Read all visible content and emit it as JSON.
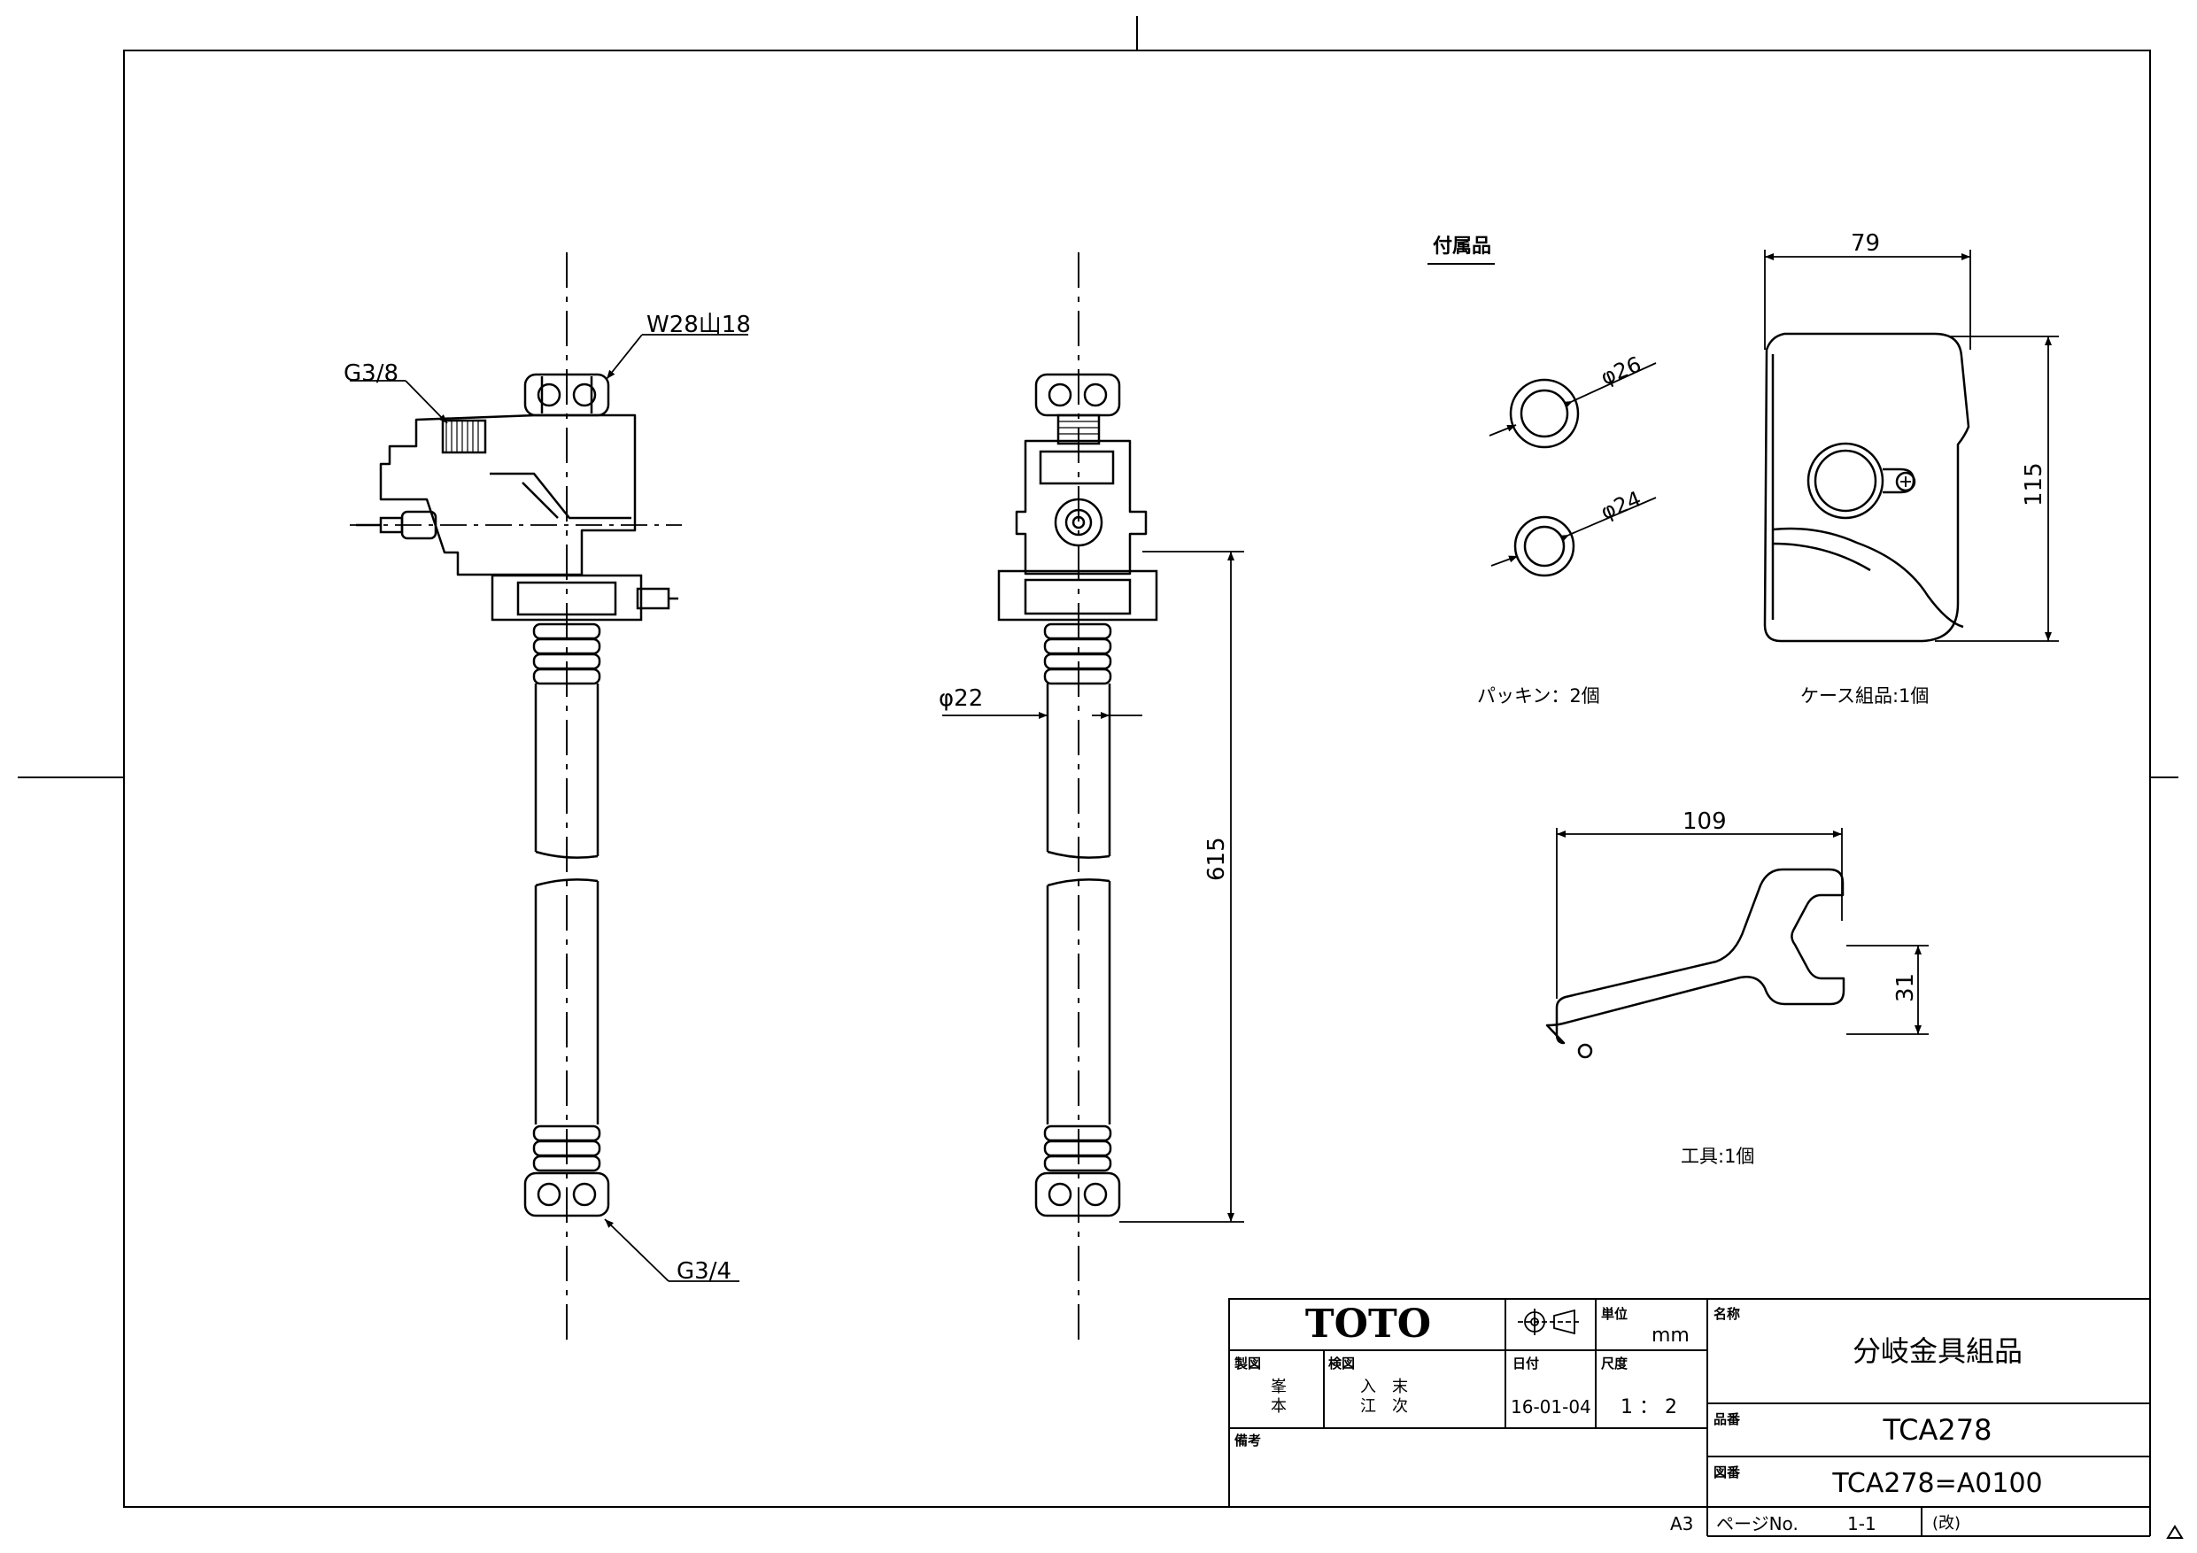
{
  "labels": {
    "g38": "G3/8",
    "w28": "W28山18",
    "g34": "G3/4",
    "phi22": "φ22",
    "len615": "615",
    "accessories": "付属品",
    "phi26": "φ26",
    "phi24": "φ24",
    "packing": "パッキン：2個",
    "dim79": "79",
    "dim115": "115",
    "case": "ケース組品:1個",
    "dim109": "109",
    "dim31": "31",
    "tool": "工具:1個"
  },
  "titleblock": {
    "logo": "TOTO",
    "unit_label": "単位",
    "unit": "mm",
    "drawn_label": "製図",
    "drawn_by_1": "峯",
    "drawn_by_2": "本",
    "checked_label": "検図",
    "checked_by_1": "入　末",
    "checked_by_2": "江　次",
    "date_label": "日付",
    "date": "16-01-04",
    "scale_label": "尺度",
    "scale": "1 ： 2",
    "name_label": "名称",
    "name": "分岐金具組品",
    "part_label": "品番",
    "part_no": "TCA278",
    "drawing_label": "図番",
    "drawing_no": "TCA278=A0100",
    "remarks_label": "備考",
    "size": "A3",
    "page_label": "ページNo.",
    "page": "1-1",
    "rev_label": "(改)"
  }
}
